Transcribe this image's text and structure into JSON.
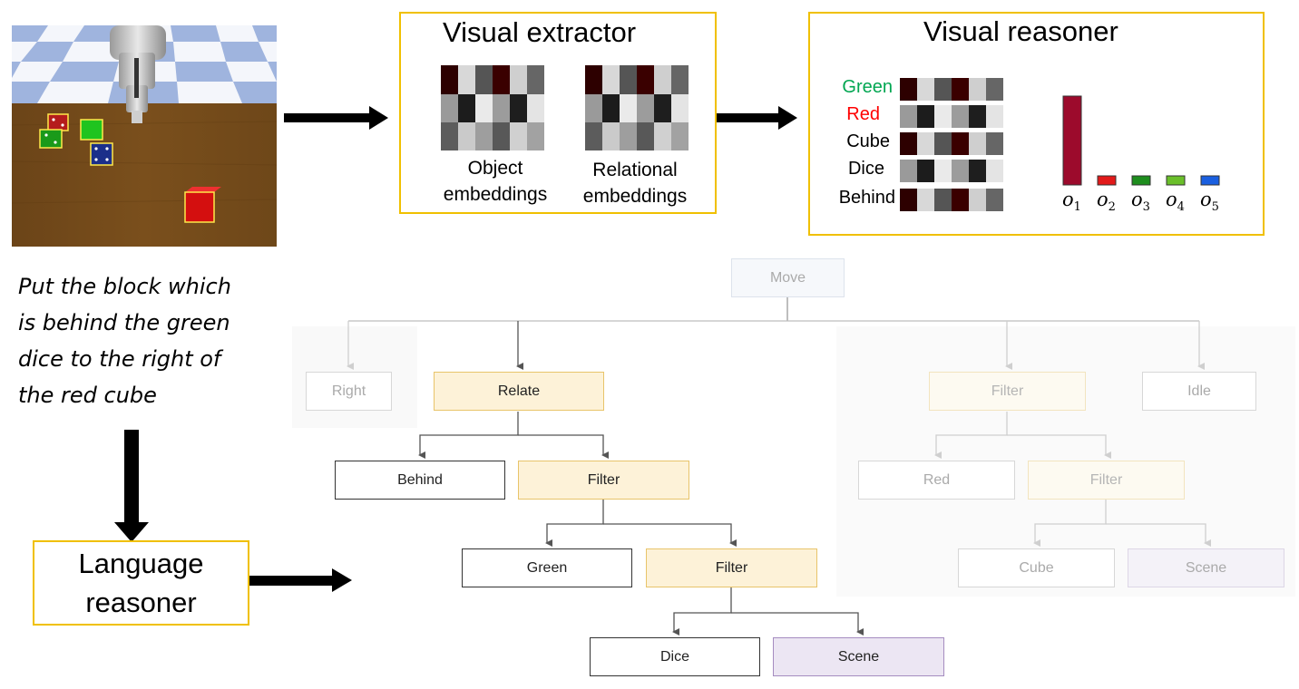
{
  "instruction": {
    "lines": [
      "Put the block which",
      "is behind the green",
      "dice to the right of",
      "the red cube"
    ]
  },
  "language_reasoner": {
    "title_line1": "Language",
    "title_line2": "reasoner"
  },
  "visual_extractor": {
    "title": "Visual extractor",
    "object_caption": [
      "Object",
      "embeddings"
    ],
    "relational_caption": [
      "Relational",
      "embeddings"
    ]
  },
  "visual_reasoner": {
    "title": "Visual reasoner",
    "rows": [
      {
        "label": "Green",
        "color": "#00a651"
      },
      {
        "label": "Red",
        "color": "#ff0000"
      },
      {
        "label": "Cube",
        "color": "#000000"
      },
      {
        "label": "Dice",
        "color": "#000000"
      },
      {
        "label": "Behind",
        "color": "#000000"
      }
    ],
    "scores": [
      {
        "label": "o",
        "sub": "1",
        "value": 1.0,
        "fill": "#9c0a2c"
      },
      {
        "label": "o",
        "sub": "2",
        "value": 0.1,
        "fill": "#e21a1a"
      },
      {
        "label": "o",
        "sub": "3",
        "value": 0.1,
        "fill": "#1e8e1e"
      },
      {
        "label": "o",
        "sub": "4",
        "value": 0.1,
        "fill": "#6abf2a"
      },
      {
        "label": "o",
        "sub": "5",
        "value": 0.1,
        "fill": "#1a5fe0"
      }
    ]
  },
  "program_tree": {
    "root": "Move",
    "right": "Right",
    "relate": "Relate",
    "behind": "Behind",
    "filter_a": "Filter",
    "green": "Green",
    "filter_b": "Filter",
    "dice": "Dice",
    "scene_a": "Scene",
    "filter_c": "Filter",
    "idle": "Idle",
    "red": "Red",
    "filter_d": "Filter",
    "cube": "Cube",
    "scene_b": "Scene"
  },
  "colors": {
    "box_border": "#f0c000",
    "active_node_fill": "#fdf2d8",
    "scene_node_fill": "#ece6f3"
  }
}
